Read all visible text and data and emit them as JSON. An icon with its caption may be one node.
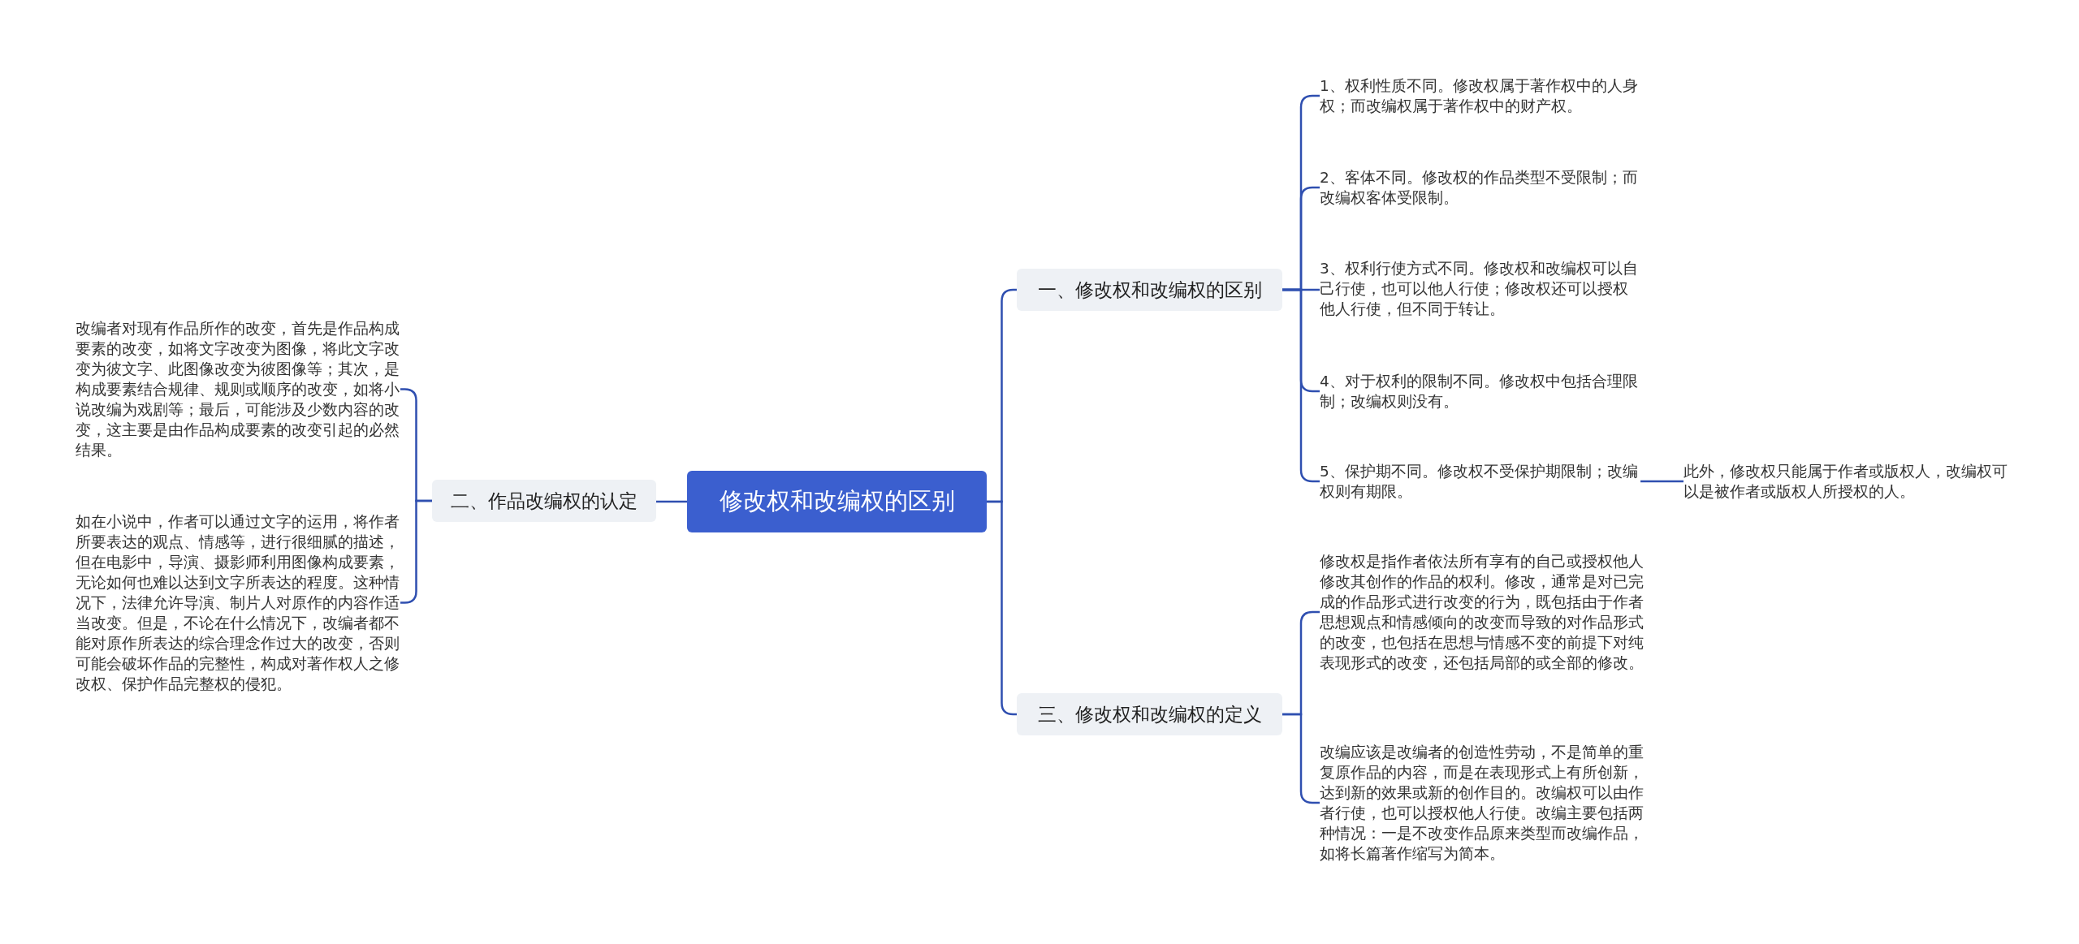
{
  "diagram": {
    "nodes": [
      {
        "text": [
          "修改权和改编权的区别"
        ]
      },
      {
        "text": [
          "一、修改权和改编权的区别"
        ]
      },
      {
        "text": [
          "1、权利性质不同。修改权属于著作权中的人身权；而改编权属于著作权中的财产权。"
        ]
      },
      {
        "text": [
          "2、客体不同。修改权的作品类型不受限制；而改编权客体受限制。"
        ]
      },
      {
        "text": [
          "3、权利行使方式不同。修改权和改编权可以自己行使，也可以他人行使；修改权还可以授权他人行使，但不同于转让。"
        ]
      },
      {
        "text": [
          "4、对于权利的限制不同。修改权中包括合理限制；改编权则没有。"
        ]
      },
      {
        "text": [
          "5、保护期不同。修改权不受保护期限制；改编权则有期限。"
        ]
      },
      {
        "text": [
          "此外，修改权只能属于作者或版权人，改编权可以是被作者或版权人所授权的人。"
        ]
      },
      {
        "text": [
          "三、修改权和改编权的定义"
        ]
      },
      {
        "text": [
          "修改权是指作者依法所有享有的自己或授权他人修改其创作的作品的权利。修改，通常是对已完成的作品形式进行改变的行为，既包括由于作者思想观点和情感倾向的改变而导致的对作品形式的改变，也包括在思想与情感不变的前提下对纯表现形式的改变，还包括局部的或全部的修改。"
        ]
      },
      {
        "text": [
          "改编应该是改编者的创造性劳动，不是简单的重复原作品的内容，而是在表现形式上有所创新，达到新的效果或新的创作目的。改编权可以由作者行使，也可以授权他人行使。改编主要包括两种情况：一是不改变作品原来类型而改编作品，如将长篇著作缩写为简本。"
        ]
      },
      {
        "text": [
          "二、作品改编权的认定"
        ]
      },
      {
        "text": [
          "改编者对现有作品所作的改变，首先是作品构成要素的改变，如将文字改变为图像，将此文字改变为彼文字、此图像改变为彼图像等；其次，是构成要素结合规律、规则或顺序的改变，如将小说改编为戏剧等；最后，可能涉及少数内容的改变，这主要是由作品构成要素的改变引起的必然结果。"
        ]
      },
      {
        "text": [
          "如在小说中，作者可以通过文字的运用，将作者所要表达的观点、情感等，进行很细腻的描述，但在电影中，导演、摄影师利用图像构成要素，无论如何也难以达到文字所表达的程度。这种情况下，法律允许导演、制片人对原作的内容作适当改变。但是，不论在什么情况下，改编者都不能对原作所表达的综合理念作过大的改变，否则可能会破坏作品的完整性，构成对著作权人之修改权、保护作品完整权的侵犯。"
        ]
      }
    ],
    "edges": [
      {
        "from": 0,
        "to": 1,
        "arrow": "none"
      },
      {
        "from": 1,
        "to": 2,
        "arrow": "none"
      },
      {
        "from": 1,
        "to": 3,
        "arrow": "none"
      },
      {
        "from": 1,
        "to": 4,
        "arrow": "none"
      },
      {
        "from": 1,
        "to": 5,
        "arrow": "none"
      },
      {
        "from": 1,
        "to": 6,
        "arrow": "none"
      },
      {
        "from": 6,
        "to": 7,
        "arrow": "none"
      },
      {
        "from": 0,
        "to": 8,
        "arrow": "none"
      },
      {
        "from": 8,
        "to": 9,
        "arrow": "none"
      },
      {
        "from": 8,
        "to": 10,
        "arrow": "none"
      },
      {
        "from": 0,
        "to": 11,
        "arrow": "none"
      },
      {
        "from": 11,
        "to": 12,
        "arrow": "none"
      },
      {
        "from": 11,
        "to": 13,
        "arrow": "none"
      }
    ]
  }
}
